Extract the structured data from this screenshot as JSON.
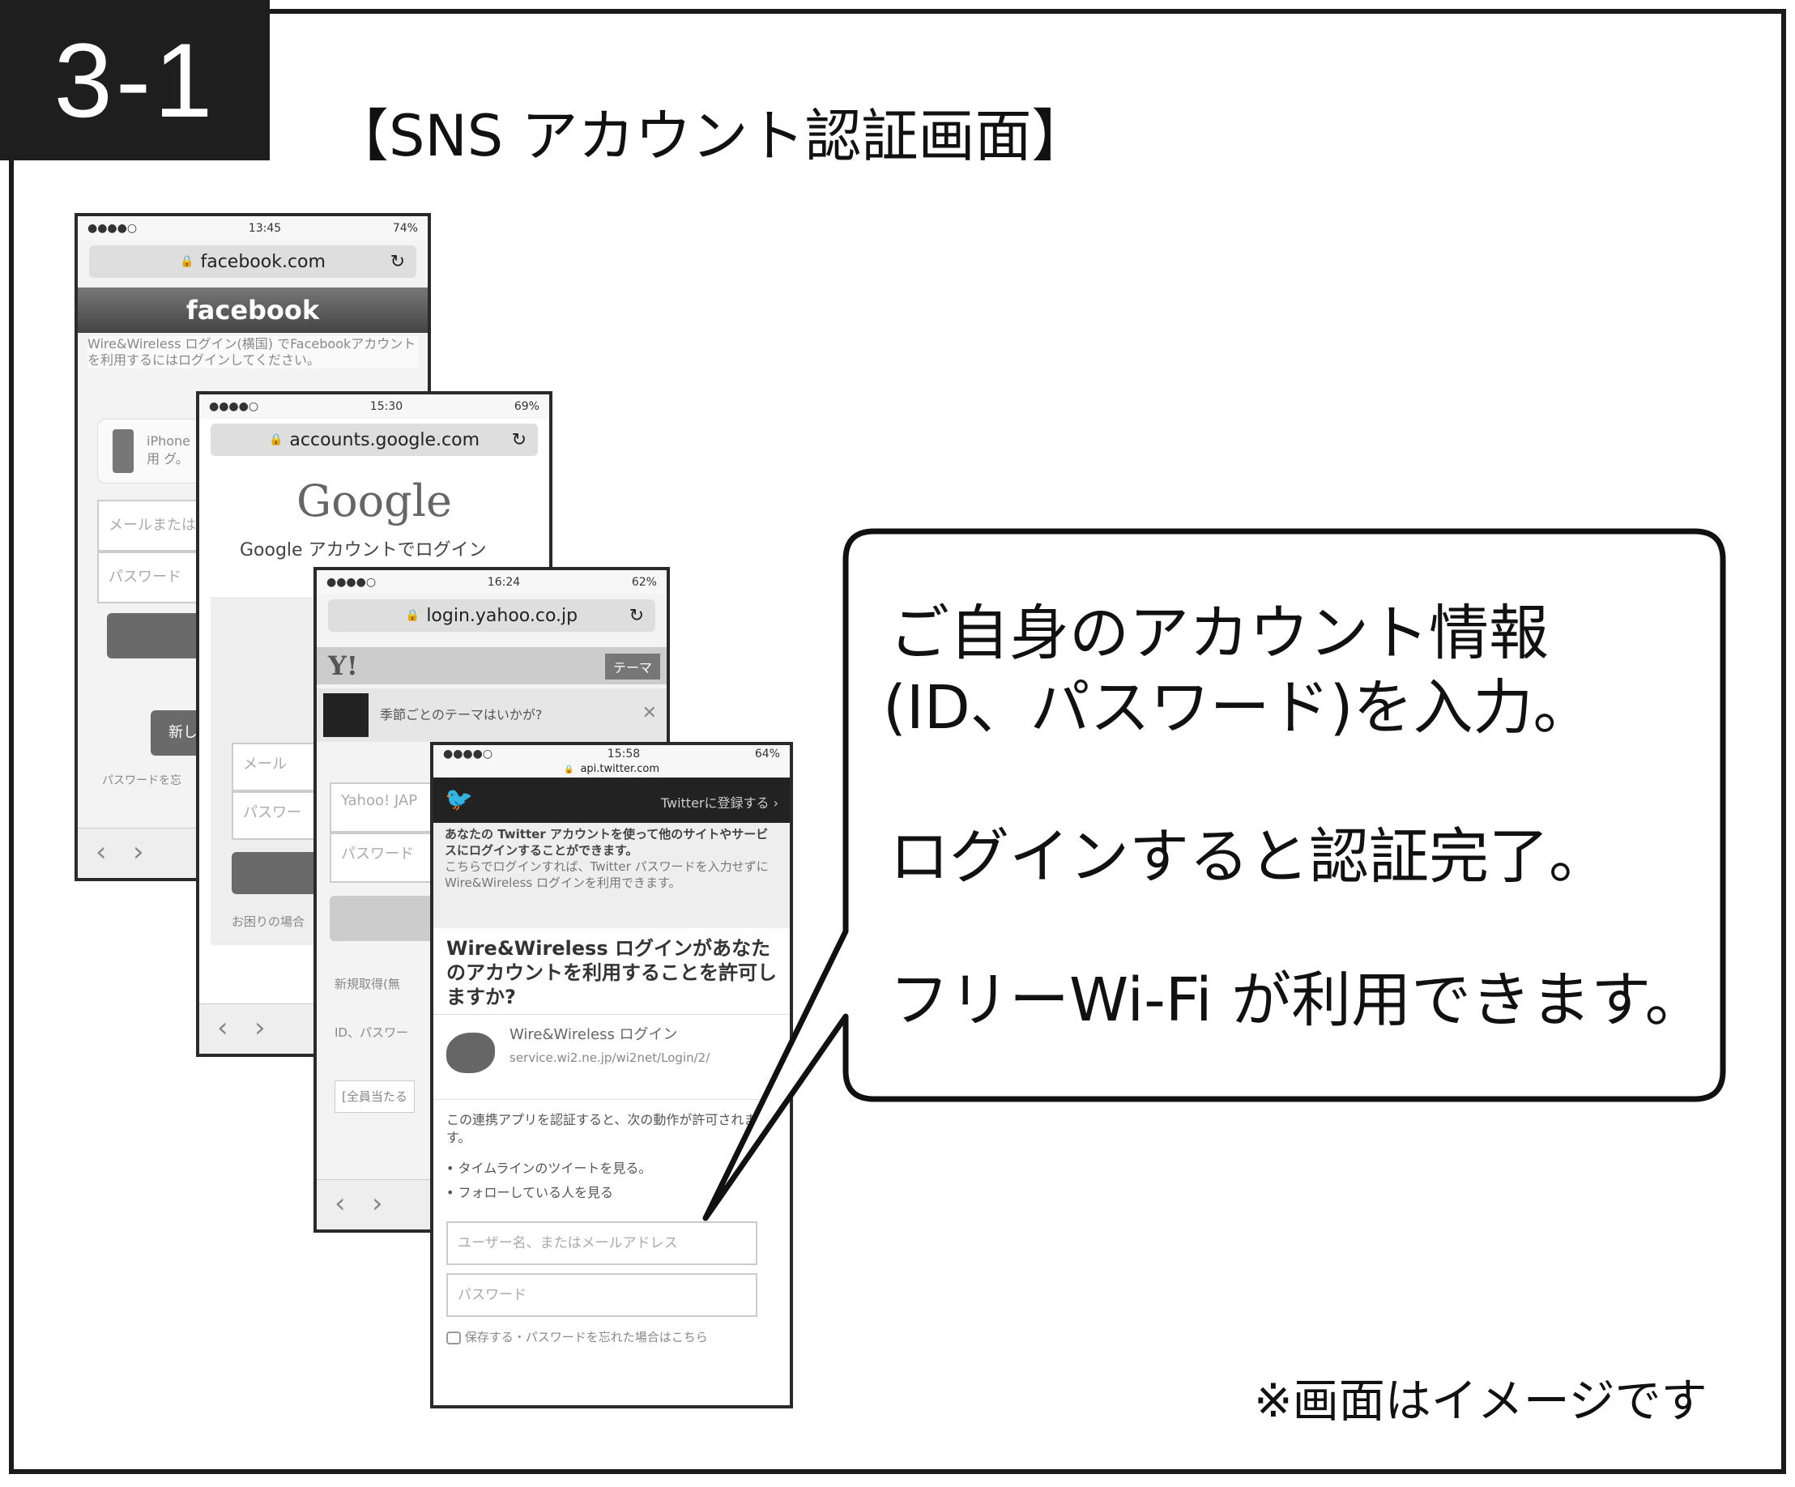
{
  "figure": {
    "number": "3-1",
    "title": "【SNS アカウント認証画面】",
    "note": "※画面はイメージです"
  },
  "callout": {
    "lines": [
      "ご自身のアカウント情報",
      "(ID、パスワード)を入力。",
      "ログインすると認証完了。",
      "フリーWi-Fi が利用できます。"
    ]
  },
  "phones": {
    "facebook": {
      "signal": "●●●●○",
      "time": "13:45",
      "battery": "74%",
      "url": "facebook.com",
      "brand": "facebook",
      "message": "Wire&Wireless ログイン(横国) でFacebookアカウントを利用するにはログインしてください。",
      "app_hint": "iPhone用 グ。",
      "email_placeholder": "メールまたは",
      "password_placeholder": "パスワード",
      "new_button": "新し",
      "forgot": "パスワードを忘"
    },
    "google": {
      "signal": "●●●●○",
      "time": "15:30",
      "battery": "69%",
      "url": "accounts.google.com",
      "logo": "Google",
      "subtitle": "Google アカウントでログイン",
      "email_placeholder": "メール",
      "password_placeholder": "パスワー",
      "help": "お困りの場合"
    },
    "yahoo": {
      "signal": "●●●●○",
      "time": "16:24",
      "battery": "62%",
      "url": "login.yahoo.co.jp",
      "logo": "Y!",
      "theme_button": "テーマ",
      "banner": "季節ごとのテーマはいかが?",
      "id_placeholder": "Yahoo! JAP",
      "password_placeholder": "パスワード",
      "signup": "新規取得(無",
      "forgot": "ID、パスワー",
      "footer": "[全員当たる"
    },
    "twitter": {
      "signal": "●●●●○",
      "time": "15:58",
      "battery": "64%",
      "url": "api.twitter.com",
      "signup": "Twitterに登録する ›",
      "intro_bold": "あなたの Twitter アカウントを使って他のサイトやサービスにログインすることができます。",
      "intro": "こちらでログインすれば、Twitter パスワードを入力せずにWire&Wireless ログインを利用できます。",
      "question": "Wire&Wireless ログインがあなたのアカウントを利用することを許可しますか?",
      "app_name": "Wire&Wireless ログイン",
      "app_url": "service.wi2.ne.jp/wi2net/Login/2/",
      "permissions_intro": "この連携アプリを認証すると、次の動作が許可されます。",
      "permissions": [
        "タイムラインのツイートを見る。",
        "フォローしている人を見る"
      ],
      "username_placeholder": "ユーザー名、またはメールアドレス",
      "password_placeholder": "パスワード",
      "remember": "保存する・パスワードを忘れた場合はこちら"
    }
  },
  "colors": {
    "frame": "#1a1a1a",
    "twitter_bar": "#222222",
    "facebook_bar": "#555555"
  }
}
